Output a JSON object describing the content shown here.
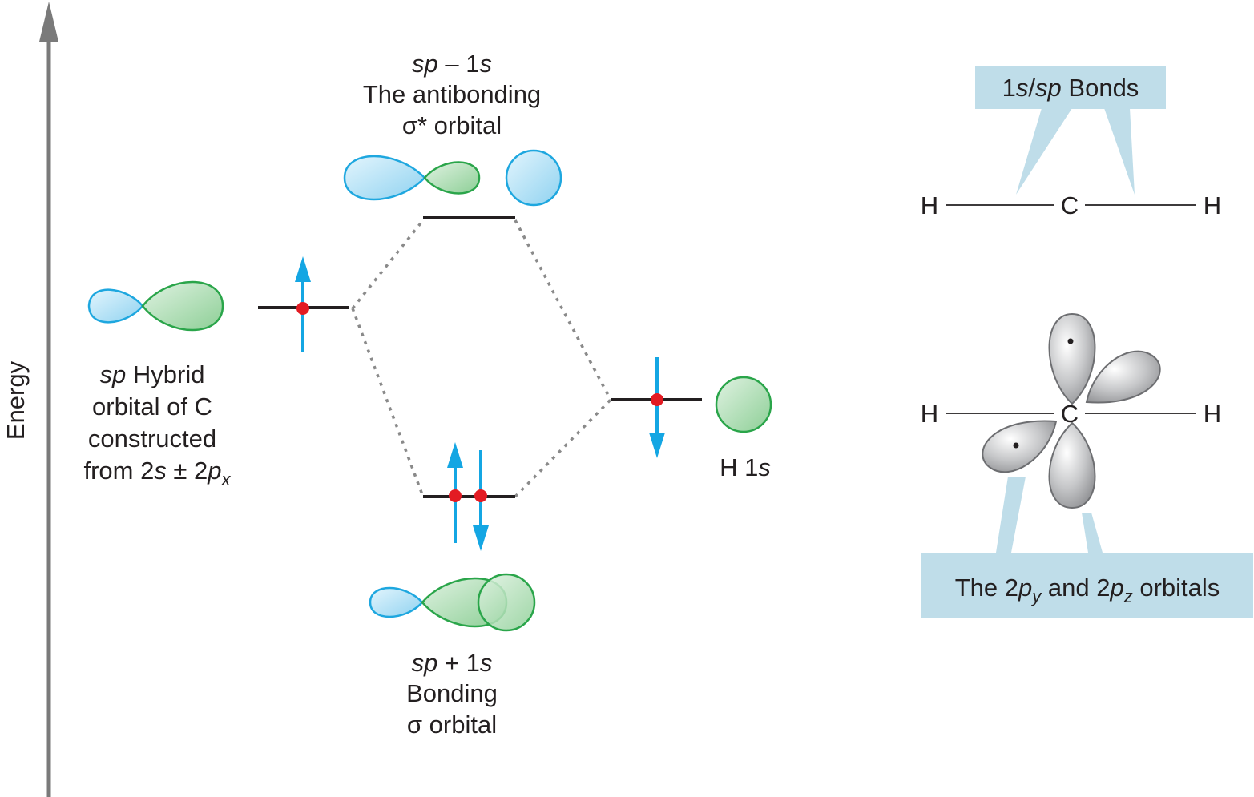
{
  "axis": {
    "label": "Energy"
  },
  "antibonding": {
    "line1": {
      "a": "sp",
      "b": " – 1",
      "c": "s"
    },
    "line2": "The antibonding",
    "line3": "σ* orbital"
  },
  "hybrid": {
    "line1": {
      "a": "sp",
      "b": " Hybrid"
    },
    "line2": "orbital of C",
    "line3": "constructed",
    "line4": {
      "a": "from 2",
      "b": "s",
      "c": " ± 2",
      "d": "p",
      "e": "x"
    }
  },
  "bonding": {
    "line1": {
      "a": "sp",
      "b": " + 1",
      "c": "s"
    },
    "line2": "Bonding",
    "line3": "σ orbital"
  },
  "h1s": {
    "a": "H 1",
    "b": "s"
  },
  "bonds_callout": {
    "a": "1",
    "b": "s",
    "c": "/",
    "d": "sp",
    "e": " Bonds"
  },
  "porbitals_callout": {
    "a": "The 2",
    "b": "p",
    "c": "y",
    "d": " and 2",
    "e": "p",
    "f": "z",
    "g": " orbitals"
  },
  "atoms": {
    "h": "H",
    "c": "C"
  },
  "colors": {
    "blue_fill": "#b9e3f6",
    "blue_stroke": "#1ea7df",
    "green_fill": "#b5dfb9",
    "green_stroke": "#2aa54a",
    "arrow": "#14a6e3",
    "electron": "#e31b23",
    "callout_bg": "#bfdde9",
    "axis": "#7a7a7a",
    "gray_lobe": "#9e9fa1"
  }
}
